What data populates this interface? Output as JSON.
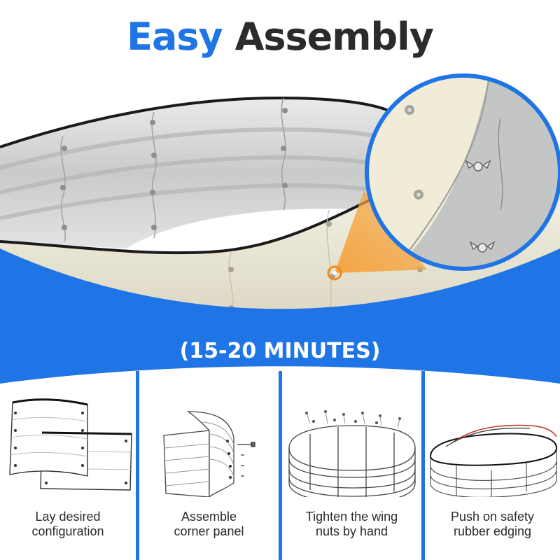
{
  "title": {
    "word1": "Easy",
    "word2": "Assembly"
  },
  "banner": {
    "time": "(15-20 MINUTES)"
  },
  "colors": {
    "accent": "#1f74e6",
    "text": "#2b2b2b",
    "highlight": "#f5a23c"
  },
  "steps": [
    {
      "line1": "Lay desired",
      "line2": "configuration",
      "icon": "flat-panels-icon"
    },
    {
      "line1": "Assemble",
      "line2": "corner panel",
      "icon": "corner-panel-icon"
    },
    {
      "line1": "Tighten the wing",
      "line2": "nuts by hand",
      "icon": "wing-nut-bed-icon"
    },
    {
      "line1": "Push on safety",
      "line2": "rubber edging",
      "icon": "rubber-edging-bed-icon"
    }
  ]
}
